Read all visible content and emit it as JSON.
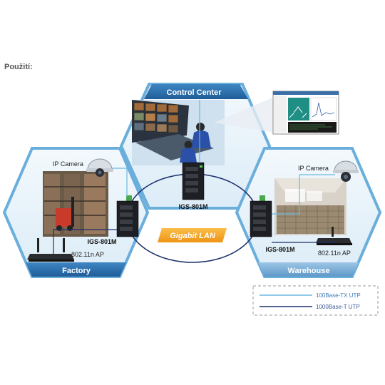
{
  "heading": "Použití:",
  "zones": {
    "control_center": "Control Center",
    "factory": "Factory",
    "warehouse": "Warehouse"
  },
  "center_label": "Gigabit LAN",
  "switch_label": "IGS-801M",
  "ip_camera_label": "IP Camera",
  "ap_label": "802.11n AP",
  "legend": {
    "tx": "100Base-TX UTP",
    "t": "1000Base-T UTP"
  },
  "colors": {
    "hex_stroke": "#6aaedc",
    "hex_fill": "#e9f4fb",
    "title_bar": "#2a6ca8",
    "title_bar_light": "#7fb3d8",
    "gigabit_orange": "#f5a623",
    "line_tx": "#6ab8e0",
    "line_t": "#1a2f6a",
    "switch_body": "#1d1f24"
  }
}
